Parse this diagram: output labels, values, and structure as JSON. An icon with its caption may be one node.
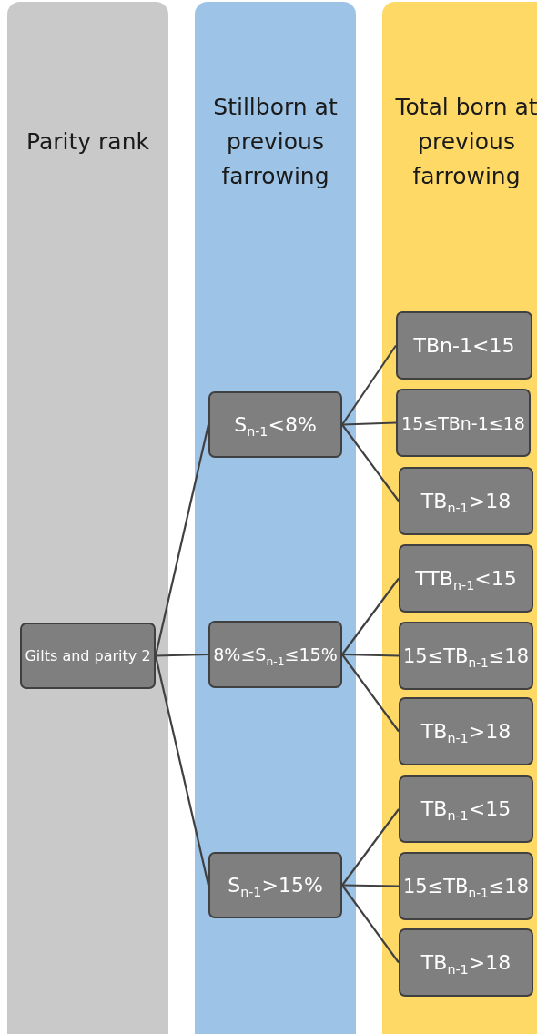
{
  "diagram": {
    "nodes": [
      {
        "text": [
          "Parity rank"
        ]
      },
      {
        "text": [
          "Gilts and parity 2"
        ],
        "in": 0
      },
      {
        "text": [
          "Stillborn at previous farrowing"
        ]
      },
      {
        "text": [
          "S$_{n-1}$<8%"
        ],
        "in": 2
      },
      {
        "text": [
          "8%≤S$_{n-1}$≤15%"
        ],
        "in": 2
      },
      {
        "text": [
          "S$_{n-1}$>15%"
        ],
        "in": 2
      },
      {
        "text": [
          "Total born at previous farrowing"
        ]
      },
      {
        "text": [
          "TBn-1<15"
        ],
        "in": 6
      },
      {
        "text": [
          "15≤TBn-1≤18"
        ],
        "in": 6
      },
      {
        "text": [
          "TB$_{n-1}$>18"
        ],
        "in": 6
      },
      {
        "text": [
          "TTB$_{n-1}$<15"
        ],
        "in": 6
      },
      {
        "text": [
          "15≤TB$_{n-1}$≤18"
        ],
        "in": 6
      },
      {
        "text": [
          "TB$_{n-1}$>18"
        ],
        "in": 6
      },
      {
        "text": [
          "TB$_{n-1}$<15"
        ],
        "in": 6
      },
      {
        "text": [
          "15≤TB$_{n-1}$≤18"
        ],
        "in": 6
      },
      {
        "text": [
          "TB$_{n-1}$>18"
        ],
        "in": 6
      }
    ],
    "edges": [
      {
        "from": 1,
        "to": 3,
        "arrow": "none"
      },
      {
        "from": 1,
        "to": 4,
        "arrow": "none"
      },
      {
        "from": 1,
        "to": 5,
        "arrow": "none"
      },
      {
        "from": 3,
        "to": 7,
        "arrow": "none"
      },
      {
        "from": 3,
        "to": 8,
        "arrow": "none"
      },
      {
        "from": 3,
        "to": 9,
        "arrow": "none"
      },
      {
        "from": 4,
        "to": 10,
        "arrow": "none"
      },
      {
        "from": 4,
        "to": 11,
        "arrow": "none"
      },
      {
        "from": 4,
        "to": 12,
        "arrow": "none"
      },
      {
        "from": 5,
        "to": 13,
        "arrow": "none"
      },
      {
        "from": 5,
        "to": 14,
        "arrow": "none"
      },
      {
        "from": 5,
        "to": 15,
        "arrow": "none"
      }
    ]
  }
}
